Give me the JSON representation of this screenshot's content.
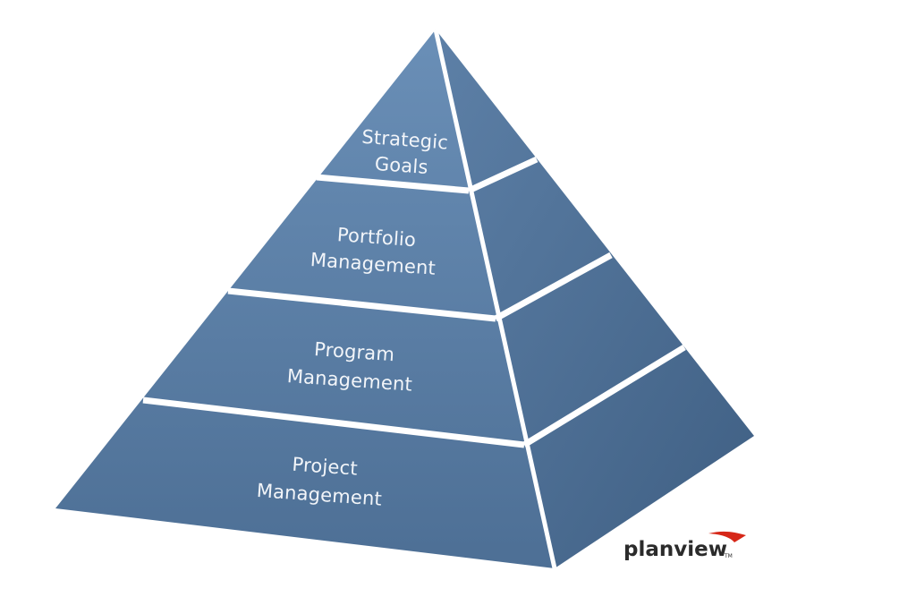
{
  "tiers": [
    {
      "line1": "Strategic",
      "line2": "Goals"
    },
    {
      "line1": "Portfolio",
      "line2": "Management"
    },
    {
      "line1": "Program",
      "line2": "Management"
    },
    {
      "line1": "Project",
      "line2": "Management"
    }
  ],
  "brand": {
    "name": "planview",
    "trademark": "TM",
    "accent_color": "#d62718"
  },
  "colors": {
    "front_face": "#5b7ea3",
    "side_face": "#4a6a8e",
    "separator": "#ffffff"
  }
}
